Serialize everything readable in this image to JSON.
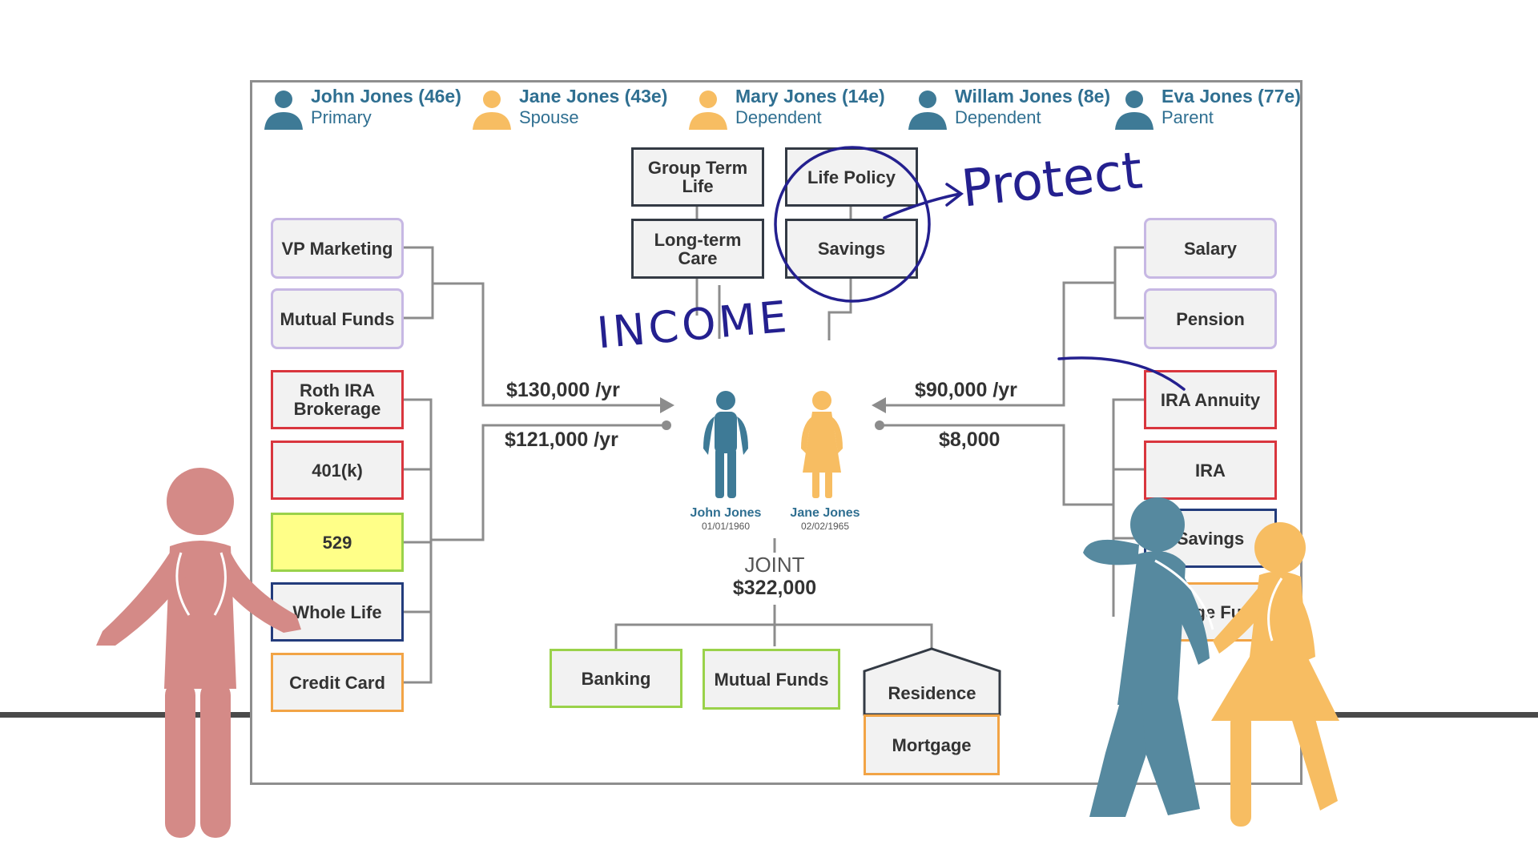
{
  "members": [
    {
      "name": "John Jones (46e)",
      "role": "Primary",
      "color": "#3e7a96"
    },
    {
      "name": "Jane Jones (43e)",
      "role": "Spouse",
      "color": "#f7bd62"
    },
    {
      "name": "Mary Jones (14e)",
      "role": "Dependent",
      "color": "#f7bd62"
    },
    {
      "name": "Willam Jones (8e)",
      "role": "Dependent",
      "color": "#3e7a96"
    },
    {
      "name": "Eva Jones (77e)",
      "role": "Parent",
      "color": "#3e7a96"
    }
  ],
  "top_boxes": {
    "group_term_life": "Group Term Life",
    "life_policy": "Life Policy",
    "long_term_care": "Long-term Care",
    "savings": "Savings"
  },
  "left_boxes": {
    "vp_marketing": "VP Marketing",
    "mutual_funds": "Mutual Funds",
    "roth_ira": "Roth IRA Brokerage",
    "k401": "401(k)",
    "plan529": "529",
    "whole_life": "Whole Life",
    "credit_card": "Credit Card"
  },
  "right_boxes": {
    "salary": "Salary",
    "pension": "Pension",
    "ira_annuity": "IRA Annuity",
    "ira": "IRA",
    "savings": "Savings",
    "college_fund_partial": "o  ge Fu"
  },
  "flows": {
    "john_income": "$130,000 /yr",
    "john_expense": "$121,000 /yr",
    "jane_income": "$90,000 /yr",
    "jane_other": "$8,000"
  },
  "people": {
    "john_name": "John Jones",
    "john_dob": "01/01/1960",
    "jane_name": "Jane Jones",
    "jane_dob": "02/02/1965"
  },
  "joint": {
    "label": "JOINT",
    "amount": "$322,000",
    "banking": "Banking",
    "mutual_funds": "Mutual Funds",
    "residence": "Residence",
    "mortgage": "Mortgage"
  },
  "annotations": {
    "protect": "Protect",
    "income": "INCOME"
  },
  "colors": {
    "teal": "#3e7a96",
    "gold": "#f7bd62",
    "rose": "#d48a87",
    "ink": "#24208f"
  }
}
